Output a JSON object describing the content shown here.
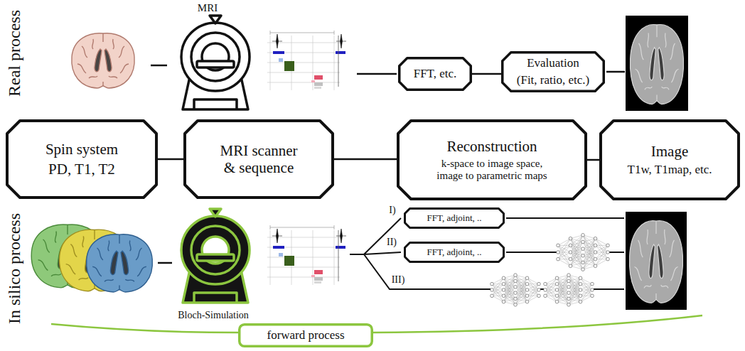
{
  "diagram": {
    "nodes": [
      {
        "text": [
          "FFT, etc."
        ]
      },
      {
        "text": [
          "Evaluation",
          "(Fit, ratio, etc.)"
        ]
      },
      {
        "text": [
          "Spin system",
          "PD, T1, T2"
        ]
      },
      {
        "text": [
          "MRI scanner & sequence"
        ]
      },
      {
        "text": [
          "Reconstruction",
          "k-space to image space, image to parametric maps"
        ]
      },
      {
        "text": [
          "Image",
          "T1w, T1map, etc."
        ]
      },
      {
        "text": [
          "FFT, adjoint, .."
        ]
      },
      {
        "text": [
          "FFT, adjoint, .."
        ]
      },
      {
        "text": [
          "forward process"
        ]
      }
    ],
    "edges": [
      {
        "from": 0,
        "to": 1,
        "arrow": "none"
      },
      {
        "from": 2,
        "to": 3,
        "arrow": "none"
      },
      {
        "from": 3,
        "to": 4,
        "arrow": "none"
      },
      {
        "from": 4,
        "to": 5,
        "arrow": "none"
      }
    ],
    "labels": [
      "Real process",
      "MRI",
      "In silico process",
      "Bloch-Simulation",
      "I)",
      "II)",
      "III)"
    ]
  }
}
